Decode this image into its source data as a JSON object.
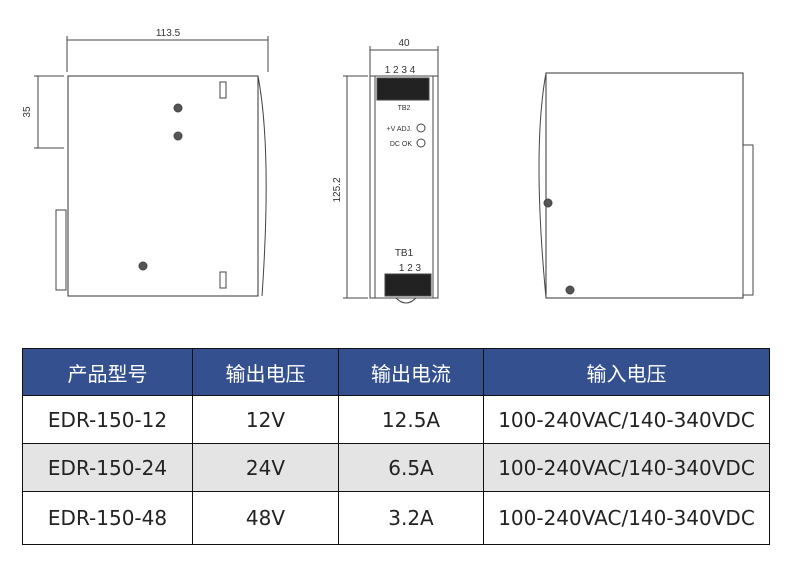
{
  "drawing": {
    "side_width": "113.5",
    "side_height": "35",
    "front_width": "40",
    "front_height": "125.2",
    "tb2_pins": "1 2 3 4",
    "tb2_label": "TB2",
    "vadj_label": "+V ADJ.",
    "dcok_label": "DC OK",
    "tb1_label": "TB1",
    "tb1_pins": "1 2 3"
  },
  "table": {
    "headers": [
      "产品型号",
      "输出电压",
      "输出电流",
      "输入电压"
    ],
    "rows": [
      [
        "EDR-150-12",
        "12V",
        "12.5A",
        "100-240VAC/140-340VDC"
      ],
      [
        "EDR-150-24",
        "24V",
        "6.5A",
        "100-240VAC/140-340VDC"
      ],
      [
        "EDR-150-48",
        "48V",
        "3.2A",
        "100-240VAC/140-340VDC"
      ]
    ],
    "header_color": "#34508f"
  }
}
